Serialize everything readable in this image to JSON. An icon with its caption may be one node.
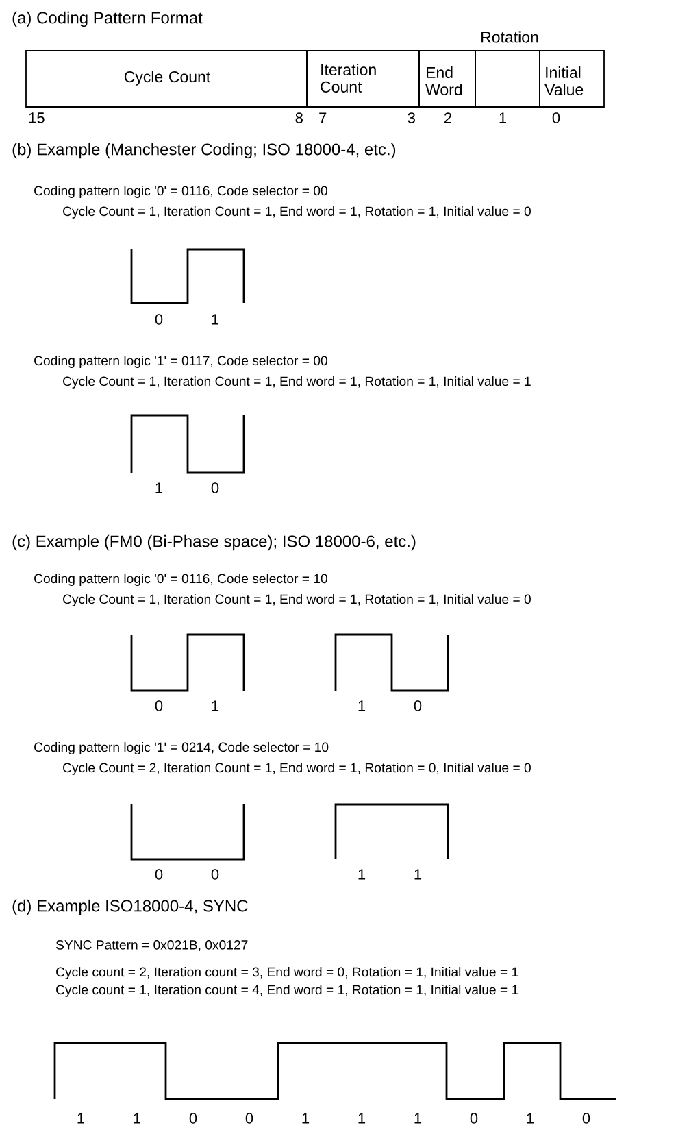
{
  "diagram": {
    "nodes": [
      {
        "text": [
          "Cycle Count"
        ]
      },
      {
        "text": [
          "Iteration Count"
        ]
      },
      {
        "text": [
          "End Word"
        ]
      },
      {
        "text": [
          "Rotation"
        ]
      },
      {
        "text": [
          "Initial Value"
        ]
      }
    ],
    "labels": [
      "(a) Coding Pattern Format",
      "15",
      "8",
      "7",
      "3",
      "2",
      "1",
      "0",
      "(b) Example  (Manchester Coding; ISO 18000-4, etc.)",
      "Coding pattern logic '0' = 0116,  Code selector = 00",
      "Cycle Count = 1, Iteration Count = 1, End word = 1, Rotation = 1, Initial value = 0",
      "0",
      "1",
      "Coding pattern logic '1' = 0117,  Code selector = 00",
      "Cycle Count = 1, Iteration Count = 1, End word = 1, Rotation = 1, Initial value = 1",
      "1",
      "0",
      "(c) Example  (FM0 (Bi-Phase space); ISO 18000-6, etc.)",
      "Coding pattern logic '0' = 0116, Code selector = 10",
      "Cycle Count = 1, Iteration Count = 1, End word = 1, Rotation = 1, Initial value = 0",
      "0",
      "1",
      "1",
      "0",
      "Coding pattern logic '1' = 0214,  Code selector = 10",
      "Cycle Count = 2, Iteration Count = 1, End word = 1, Rotation = 0, Initial value = 0",
      "0",
      "0",
      "1",
      "1",
      "(d)  Example   ISO18000-4, SYNC",
      "SYNC Pattern = 0x021B,  0x0127",
      "Cycle count = 2, Iteration count =  3, End word = 0, Rotation = 1, Initial value = 1",
      "Cycle count = 1, Iteration count =  4, End word = 1, Rotation = 1, Initial value = 1",
      "1",
      "1",
      "0",
      "0",
      "1",
      "1",
      "1",
      "0",
      "1",
      "0"
    ]
  }
}
